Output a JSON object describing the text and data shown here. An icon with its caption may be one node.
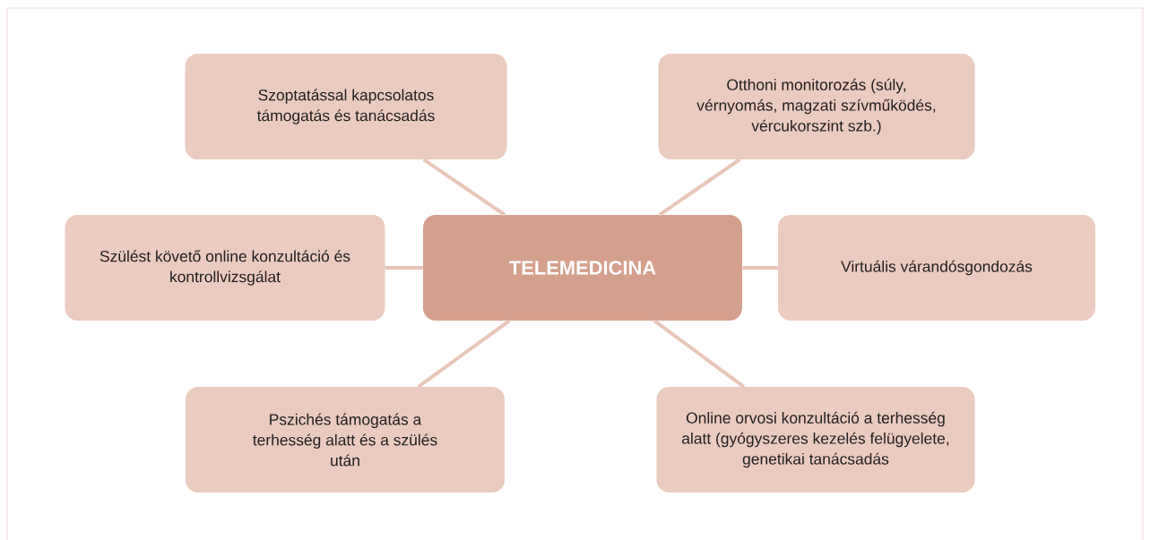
{
  "diagram": {
    "nodes": [
      {
        "text": [
          "TELEMEDICINA"
        ]
      },
      {
        "text": [
          "Szoptatással kapcsolatos támogatás és tanácsadás"
        ]
      },
      {
        "text": [
          "Otthoni monitorozás (súly, vérnyomás, magzati szívműködés, vércukorszint szb.)"
        ]
      },
      {
        "text": [
          "Szülést követő online konzultáció és kontrollvizsgálat"
        ]
      },
      {
        "text": [
          "Virtuális várandósgondozás"
        ]
      },
      {
        "text": [
          "Pszichés támogatás a terhesség alatt és a szülés után"
        ]
      },
      {
        "text": [
          "Online orvosi konzultáció a terhesség alatt (gyógyszeres kezelés felügyelete, genetikai tanácsadás"
        ]
      }
    ],
    "edges": [
      {
        "from": 0,
        "to": 1,
        "arrow": "none"
      },
      {
        "from": 0,
        "to": 2,
        "arrow": "none"
      },
      {
        "from": 0,
        "to": 3,
        "arrow": "none"
      },
      {
        "from": 0,
        "to": 4,
        "arrow": "none"
      },
      {
        "from": 0,
        "to": 5,
        "arrow": "none"
      },
      {
        "from": 0,
        "to": 6,
        "arrow": "none"
      }
    ]
  }
}
